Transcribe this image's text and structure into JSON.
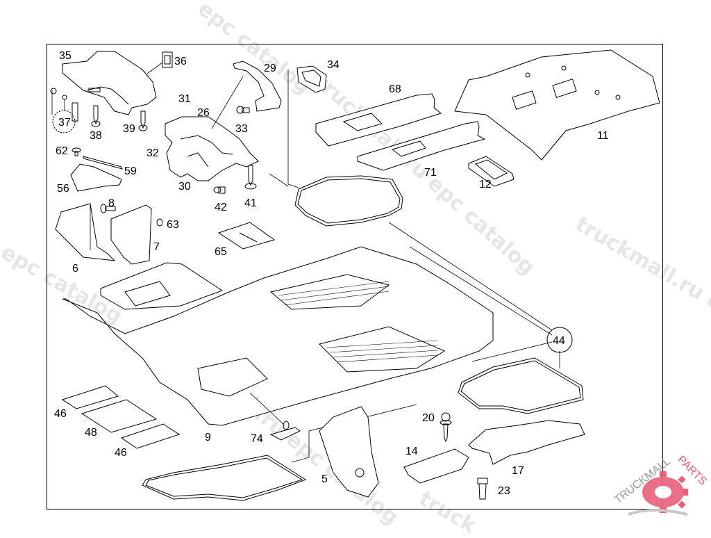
{
  "watermarks": {
    "top": "epc catalog",
    "left": "l epc catalog",
    "right": "truckmall.ru e",
    "center_1": "truckmall.ru epc catalog",
    "center_2": "truckmall.ru epc catalog",
    "bottom": "truck"
  },
  "logo": {
    "text_left": "TRUCKMALL",
    "text_right": "PARTS",
    "gear_color": "#e8607a",
    "text_color_left": "#9a9a9a",
    "text_color_right": "#e8607a"
  },
  "callouts": [
    {
      "id": "p35",
      "label": "35"
    },
    {
      "id": "p36",
      "label": "36"
    },
    {
      "id": "p37",
      "label": "37",
      "circled": true
    },
    {
      "id": "p38",
      "label": "38"
    },
    {
      "id": "p39",
      "label": "39"
    },
    {
      "id": "p29",
      "label": "29"
    },
    {
      "id": "p31",
      "label": "31"
    },
    {
      "id": "p26",
      "label": "26"
    },
    {
      "id": "p33",
      "label": "33"
    },
    {
      "id": "p32",
      "label": "32"
    },
    {
      "id": "p30",
      "label": "30"
    },
    {
      "id": "p42",
      "label": "42"
    },
    {
      "id": "p41",
      "label": "41"
    },
    {
      "id": "p34",
      "label": "34"
    },
    {
      "id": "p68",
      "label": "68"
    },
    {
      "id": "p71",
      "label": "71"
    },
    {
      "id": "p12",
      "label": "12"
    },
    {
      "id": "p11",
      "label": "11"
    },
    {
      "id": "p62",
      "label": "62"
    },
    {
      "id": "p59",
      "label": "59"
    },
    {
      "id": "p56",
      "label": "56"
    },
    {
      "id": "p8",
      "label": "8"
    },
    {
      "id": "p63",
      "label": "63"
    },
    {
      "id": "p7",
      "label": "7"
    },
    {
      "id": "p6",
      "label": "6"
    },
    {
      "id": "p65",
      "label": "65"
    },
    {
      "id": "p44",
      "label": "44",
      "circled": true
    },
    {
      "id": "p46a",
      "label": "46"
    },
    {
      "id": "p48",
      "label": "48"
    },
    {
      "id": "p46b",
      "label": "46"
    },
    {
      "id": "p9",
      "label": "9"
    },
    {
      "id": "p74",
      "label": "74"
    },
    {
      "id": "p5",
      "label": "5"
    },
    {
      "id": "p20",
      "label": "20"
    },
    {
      "id": "p14",
      "label": "14"
    },
    {
      "id": "p17",
      "label": "17"
    },
    {
      "id": "p23",
      "label": "23"
    }
  ]
}
